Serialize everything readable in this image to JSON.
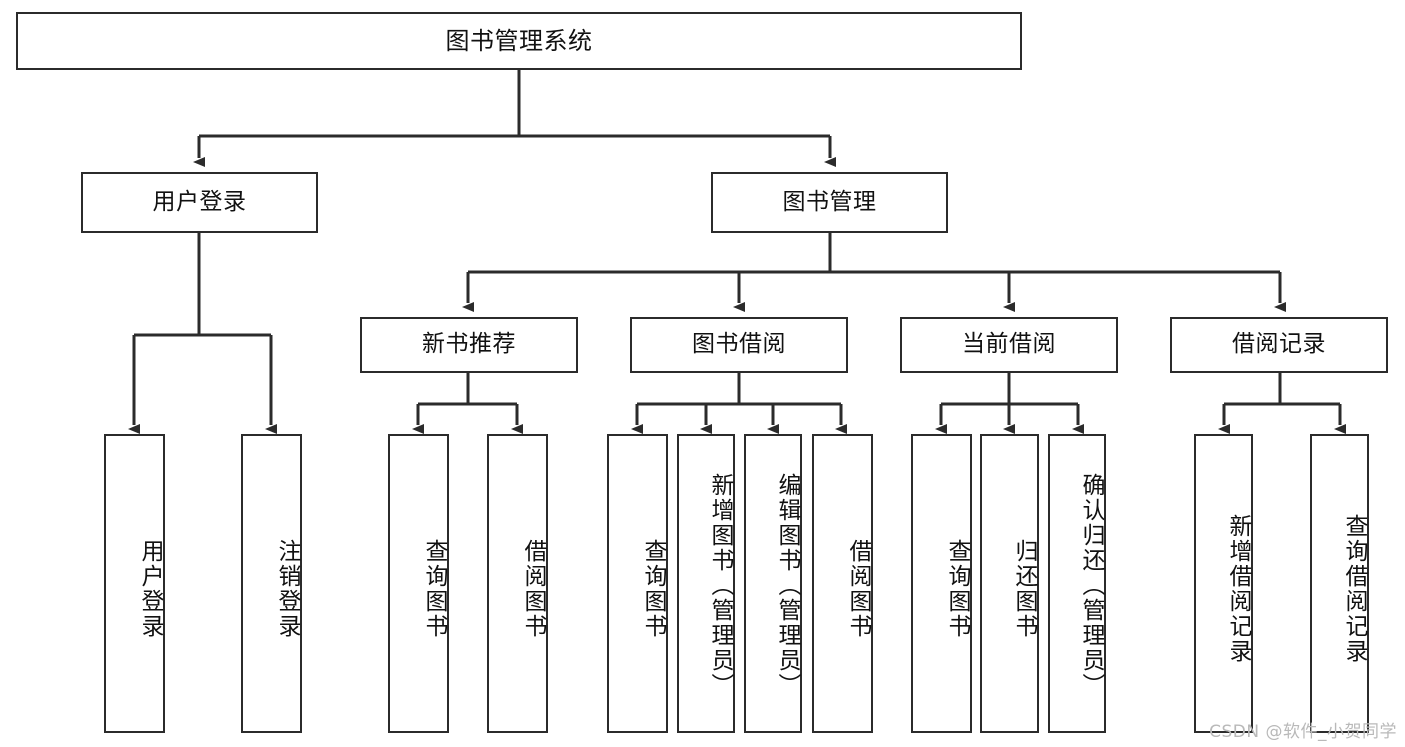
{
  "diagram": {
    "title": "图书管理系统",
    "type": "功能结构图",
    "style": {
      "box_border_color": "#2b2b2b",
      "box_fill_color": "#ffffff",
      "line_color": "#2b2b2b",
      "text_color": "#111111",
      "background": "#ffffff",
      "watermark_color": "#b9b9b9"
    },
    "root": {
      "label": "图书管理系统"
    },
    "level2": [
      {
        "label": "用户登录"
      },
      {
        "label": "图书管理"
      }
    ],
    "level3": [
      {
        "label": "新书推荐"
      },
      {
        "label": "图书借阅"
      },
      {
        "label": "当前借阅"
      },
      {
        "label": "借阅记录"
      }
    ],
    "leaves": {
      "user_login": [
        {
          "label": "用户登录"
        },
        {
          "label": "注销登录"
        }
      ],
      "new_book_recommend": [
        {
          "label": "查询图书"
        },
        {
          "label": "借阅图书"
        }
      ],
      "book_borrow": [
        {
          "label": "查询图书"
        },
        {
          "label": "新增图书（管理员）"
        },
        {
          "label": "编辑图书（管理员）"
        },
        {
          "label": "借阅图书"
        }
      ],
      "current_borrow": [
        {
          "label": "查询图书"
        },
        {
          "label": "归还图书"
        },
        {
          "label": "确认归还（管理员）"
        }
      ],
      "borrow_record": [
        {
          "label": "新增借阅记录"
        },
        {
          "label": "查询借阅记录"
        }
      ]
    },
    "watermark": "CSDN @软件_小贺同学"
  }
}
